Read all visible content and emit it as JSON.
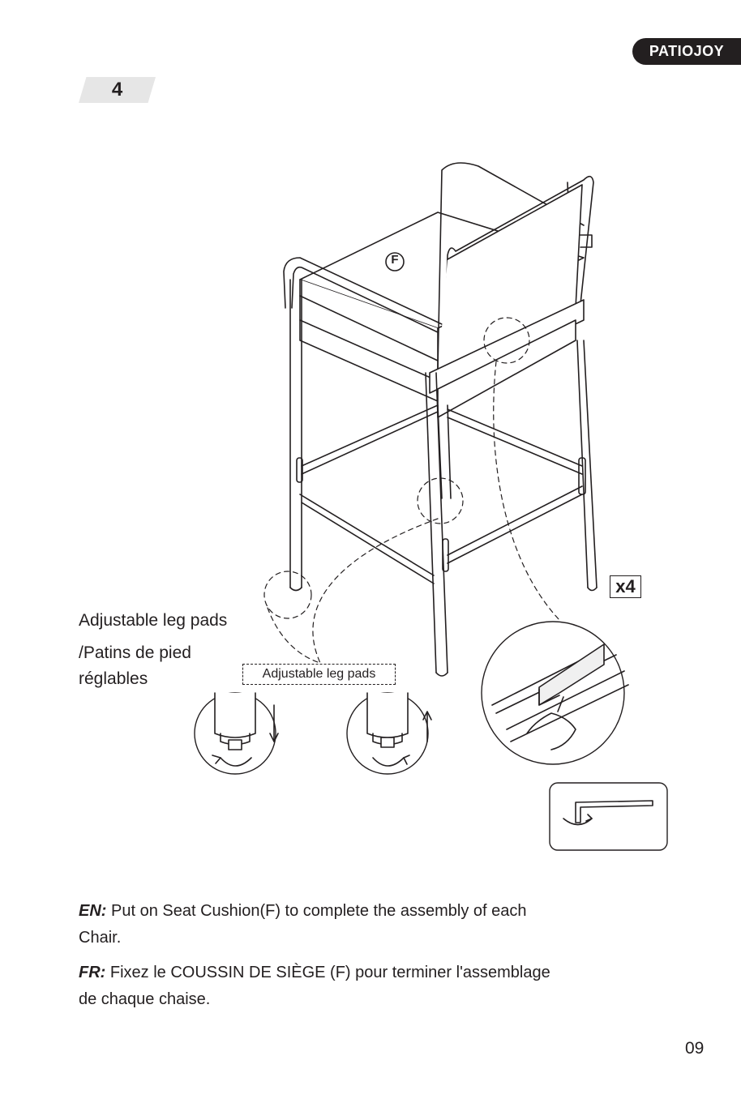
{
  "brand": {
    "logo_text": "PATIOJOY"
  },
  "step": {
    "number": "4"
  },
  "diagram": {
    "part_label": "F",
    "quantity_label": "x4",
    "callout_label": "Adjustable leg pads"
  },
  "leg_pads_label": {
    "line1": "Adjustable leg pads",
    "line2": "/Patins de pied",
    "line3": "réglables"
  },
  "instructions": {
    "en_prefix": "EN:",
    "en_text_line1": " Put on Seat Cushion(F) to complete the assembly of each",
    "en_text_line2": "Chair.",
    "fr_prefix": "FR:",
    "fr_text_line1": " Fixez le COUSSIN DE SIÈGE (F) pour terminer l'assemblage",
    "fr_text_line2": "de chaque chaise."
  },
  "page_number": "09",
  "icons": [
    "hex-key-icon",
    "velcro-hand-icon",
    "rotate-arrow-icon"
  ]
}
